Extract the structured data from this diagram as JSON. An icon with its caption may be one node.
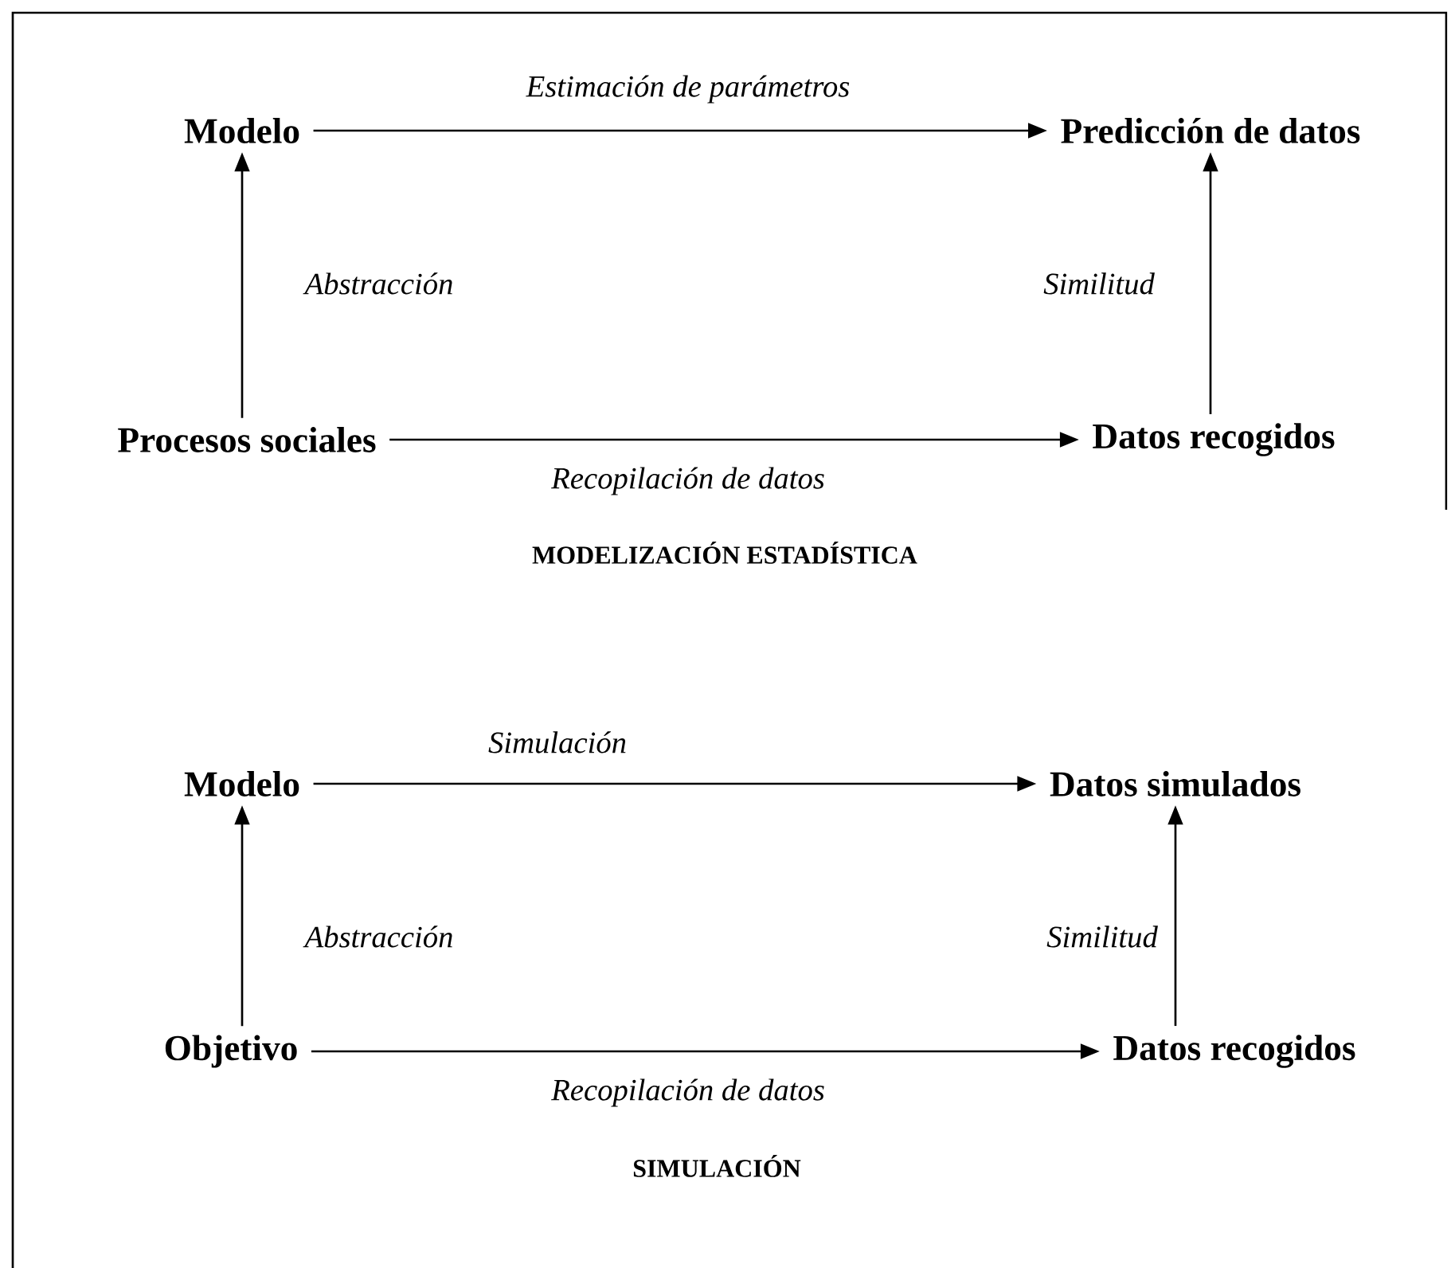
{
  "diagram": {
    "nodes": [
      {
        "text": [
          "Modelo"
        ]
      },
      {
        "text": [
          "Predicción de datos"
        ]
      },
      {
        "text": [
          "Procesos sociales"
        ]
      },
      {
        "text": [
          "Datos recogidos"
        ]
      },
      {
        "text": [
          "Modelo"
        ]
      },
      {
        "text": [
          "Datos simulados"
        ]
      },
      {
        "text": [
          "Objetivo"
        ]
      },
      {
        "text": [
          "Datos recogidos"
        ]
      }
    ],
    "edges": [
      {
        "from": 0,
        "to": 1,
        "arrow": "to",
        "label": "Estimación de parámetros"
      },
      {
        "from": 2,
        "to": 0,
        "arrow": "to",
        "label": "Abstracción"
      },
      {
        "from": 3,
        "to": 1,
        "arrow": "to",
        "label": "Similitud"
      },
      {
        "from": 2,
        "to": 3,
        "arrow": "to",
        "label": "Recopilación de datos"
      },
      {
        "from": 4,
        "to": 5,
        "arrow": "to",
        "label": "Simulación"
      },
      {
        "from": 6,
        "to": 4,
        "arrow": "to",
        "label": "Abstracción"
      },
      {
        "from": 7,
        "to": 5,
        "arrow": "to",
        "label": "Similitud"
      },
      {
        "from": 6,
        "to": 7,
        "arrow": "to",
        "label": "Recopilación de datos"
      }
    ],
    "labels": [
      "MODELIZACIÓN ESTADÍSTICA",
      "SIMULACIÓN"
    ]
  }
}
